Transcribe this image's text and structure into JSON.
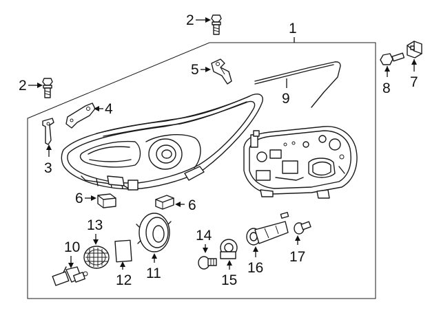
{
  "callouts": {
    "c1": "1",
    "c2a": "2",
    "c2b": "2",
    "c3": "3",
    "c4": "4",
    "c5": "5",
    "c6a": "6",
    "c6b": "6",
    "c7": "7",
    "c8": "8",
    "c9": "9",
    "c10": "10",
    "c11": "11",
    "c12": "12",
    "c13": "13",
    "c14": "14",
    "c15": "15",
    "c16": "16",
    "c17": "17"
  }
}
